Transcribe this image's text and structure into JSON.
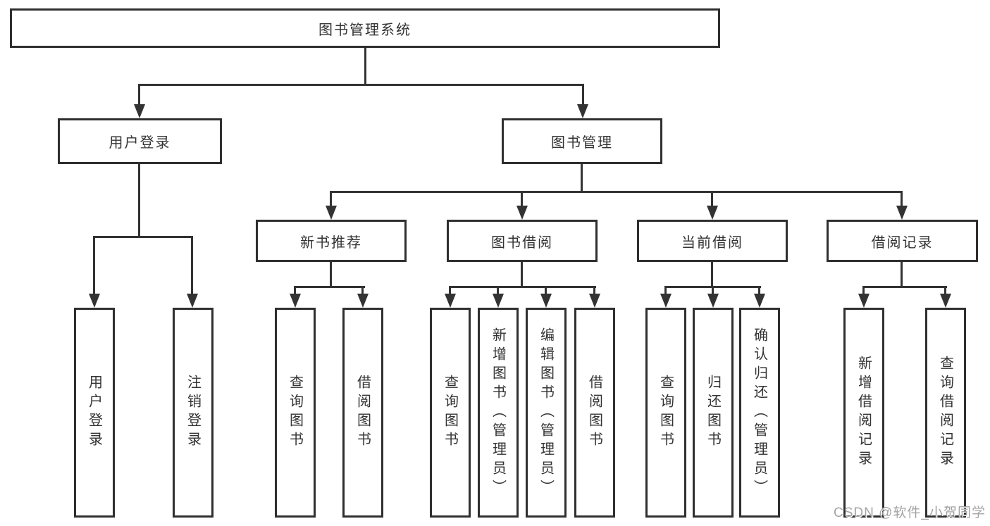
{
  "tree": {
    "label": "图书管理系统",
    "children": [
      {
        "label": "用户登录",
        "children": [
          {
            "label": "用户登录"
          },
          {
            "label": "注销登录"
          }
        ]
      },
      {
        "label": "图书管理",
        "children": [
          {
            "label": "新书推荐",
            "children": [
              {
                "label": "查询图书"
              },
              {
                "label": "借阅图书"
              }
            ]
          },
          {
            "label": "图书借阅",
            "children": [
              {
                "label": "查询图书"
              },
              {
                "label": "新增图书（管理员）"
              },
              {
                "label": "编辑图书（管理员）"
              },
              {
                "label": "借阅图书"
              }
            ]
          },
          {
            "label": "当前借阅",
            "children": [
              {
                "label": "查询图书"
              },
              {
                "label": "归还图书"
              },
              {
                "label": "确认归还（管理员）"
              }
            ]
          },
          {
            "label": "借阅记录",
            "children": [
              {
                "label": "新增借阅记录"
              },
              {
                "label": "查询借阅记录"
              }
            ]
          }
        ]
      }
    ]
  },
  "watermark": {
    "text": "CSDN @软件_小贺同学"
  },
  "colors": {
    "line": "#333333",
    "border": "#2f2f2f",
    "text": "#333333",
    "watermark": "#a3a3a3"
  }
}
